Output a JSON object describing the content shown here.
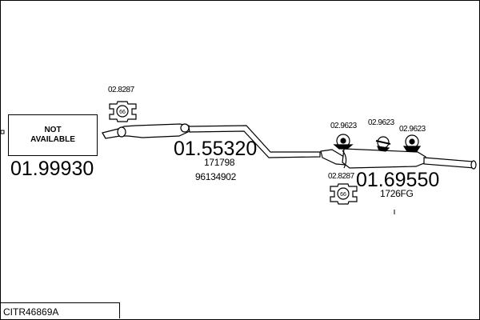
{
  "diagram": {
    "reference": "CITR46869A",
    "not_available": [
      "NOT",
      "AVAILABLE"
    ],
    "parts": {
      "front_part_number": "01.99930",
      "middle_part_number": "01.55320",
      "middle_oem_1": "171798",
      "middle_oem_2": "96134902",
      "rear_part_number": "01.69550",
      "rear_oem": "1726FG"
    },
    "fittings": {
      "clamp_front": "02.8287",
      "clamp_rear": "02.8287",
      "clamp_front_badge": "66",
      "clamp_rear_badge": "66",
      "hanger_1": "02.9623",
      "hanger_2": "02.9623",
      "hanger_3": "02.9623"
    }
  }
}
